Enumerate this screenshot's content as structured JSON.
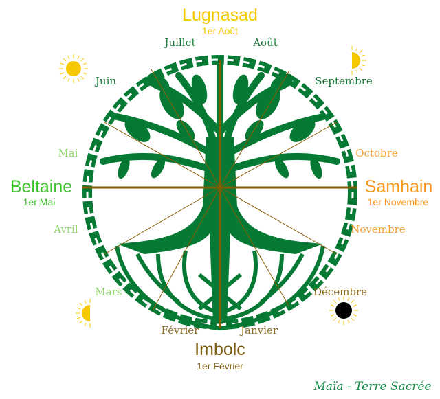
{
  "colors": {
    "tree": "#067a34",
    "spokes": "#8a5a00",
    "summer": "#f5c800",
    "spring": "#3cc42c",
    "autumn": "#f7951c",
    "winter": "#7d5c12",
    "month_summer": "#1a7a3a",
    "month_spring": "#8fd66a",
    "month_autumn": "#f8a030",
    "month_winter": "#8a6a20"
  },
  "festivals": {
    "lugnasad": {
      "name": "Lugnasad",
      "date": "1er Août"
    },
    "beltaine": {
      "name": "Beltaine",
      "date": "1er Mai"
    },
    "samhain": {
      "name": "Samhain",
      "date": "1er Novembre"
    },
    "imbolc": {
      "name": "Imbolc",
      "date": "1er Février"
    }
  },
  "months": {
    "juillet": "Juillet",
    "aout": "Août",
    "juin": "Juin",
    "septembre": "Septembre",
    "mai": "Mai",
    "octobre": "Octobre",
    "avril": "Avril",
    "novembre": "Novembre",
    "mars": "Mars",
    "decembre": "Décembre",
    "fevrier": "Février",
    "janvier": "Janvier"
  },
  "icons": [
    "sun-icon",
    "half-sun-icon",
    "half-sun-icon",
    "eclipse-sun-icon"
  ],
  "signature": "Maïa - Terre Sacrée"
}
